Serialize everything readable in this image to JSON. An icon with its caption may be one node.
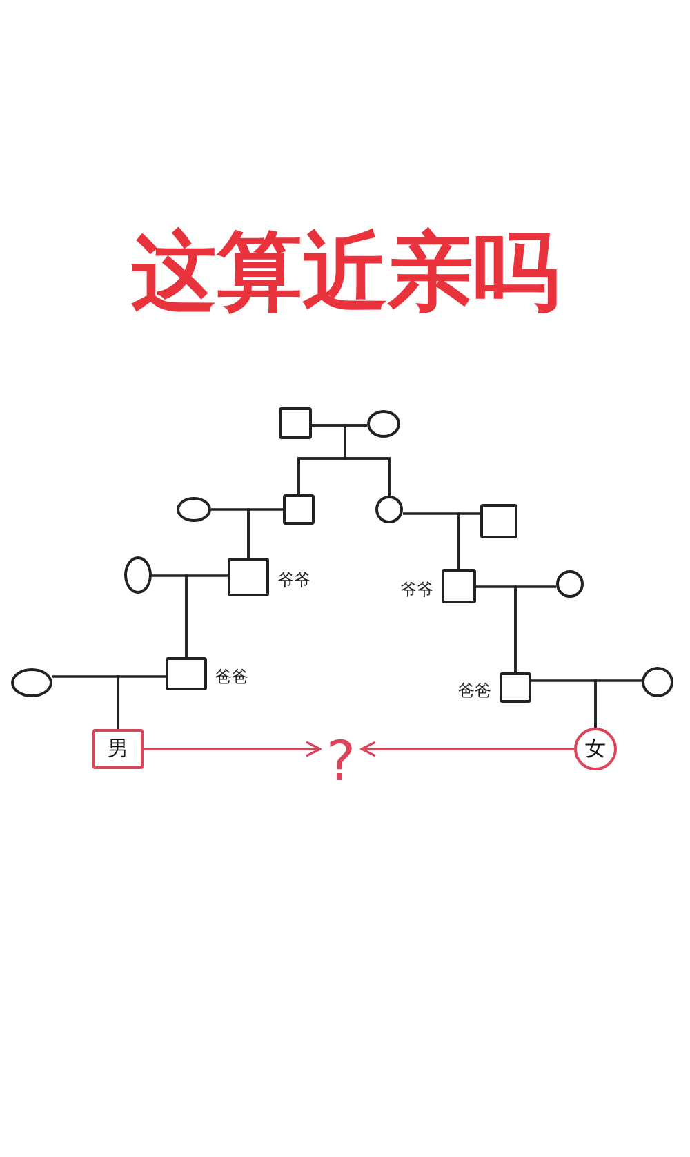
{
  "diagram": {
    "title": "这算近亲吗",
    "nodes": [
      {
        "text": [],
        "shape": "box"
      },
      {
        "text": [],
        "shape": "circle"
      },
      {
        "text": [],
        "shape": "circle"
      },
      {
        "text": [],
        "shape": "box"
      },
      {
        "text": [],
        "shape": "circle"
      },
      {
        "text": [],
        "shape": "box"
      },
      {
        "text": [],
        "shape": "circle"
      },
      {
        "text": [],
        "shape": "box",
        "beside": [
          "爷爷"
        ]
      },
      {
        "text": [],
        "shape": "box",
        "beside": [
          "爷爷"
        ]
      },
      {
        "text": [],
        "shape": "circle"
      },
      {
        "text": [],
        "shape": "circle"
      },
      {
        "text": [],
        "shape": "box",
        "beside": [
          "爸爸"
        ]
      },
      {
        "text": [],
        "shape": "box",
        "beside": [
          "爸爸"
        ]
      },
      {
        "text": [],
        "shape": "circle"
      },
      {
        "text": [
          "男"
        ]
      },
      {
        "text": [
          "?"
        ]
      },
      {
        "text": [
          "女"
        ]
      }
    ],
    "edges": [
      {
        "from": 0,
        "to": 3,
        "arrow": "none"
      },
      {
        "from": 1,
        "to": 3,
        "arrow": "none"
      },
      {
        "from": 0,
        "to": 4,
        "arrow": "none"
      },
      {
        "from": 1,
        "to": 4,
        "arrow": "none"
      },
      {
        "from": 2,
        "to": 7,
        "arrow": "none"
      },
      {
        "from": 3,
        "to": 7,
        "arrow": "none"
      },
      {
        "from": 4,
        "to": 8,
        "arrow": "none"
      },
      {
        "from": 5,
        "to": 8,
        "arrow": "none"
      },
      {
        "from": 6,
        "to": 11,
        "arrow": "none"
      },
      {
        "from": 7,
        "to": 11,
        "arrow": "none"
      },
      {
        "from": 8,
        "to": 12,
        "arrow": "none"
      },
      {
        "from": 9,
        "to": 12,
        "arrow": "none"
      },
      {
        "from": 10,
        "to": 14,
        "arrow": "none"
      },
      {
        "from": 11,
        "to": 14,
        "arrow": "none"
      },
      {
        "from": 12,
        "to": 16,
        "arrow": "none"
      },
      {
        "from": 13,
        "to": 16,
        "arrow": "none"
      },
      {
        "from": 14,
        "to": 15,
        "arrow": "to",
        "color": "#d9455a"
      },
      {
        "from": 16,
        "to": 15,
        "arrow": "to",
        "color": "#d9455a"
      }
    ]
  }
}
